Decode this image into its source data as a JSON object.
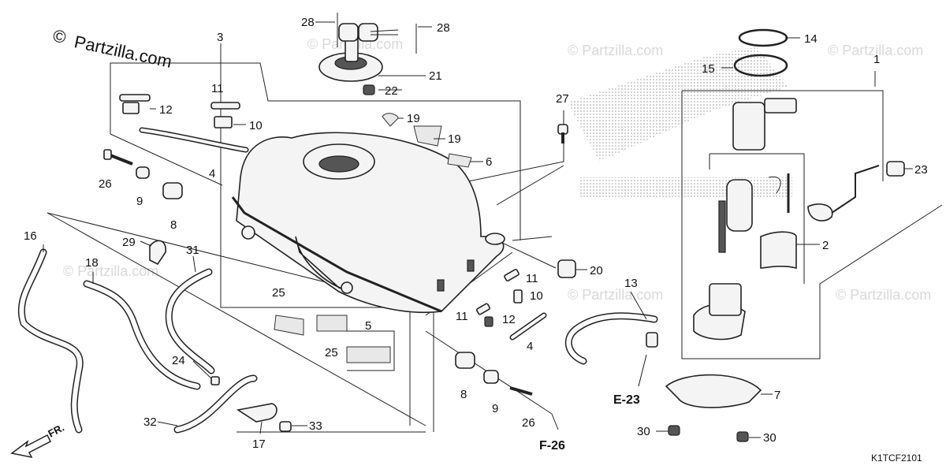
{
  "watermark": {
    "copyright_symbol": "©",
    "brand": "Partzilla.com",
    "repeat_text": "© Partzilla.com"
  },
  "diagram_code": "K1TCF2101",
  "direction_label": "FR.",
  "reference_labels": [
    "E-23",
    "F-26"
  ],
  "callouts": {
    "c1": "1",
    "c2": "2",
    "c3": "3",
    "c4a": "4",
    "c4b": "4",
    "c5": "5",
    "c6": "6",
    "c7": "7",
    "c8a": "8",
    "c8b": "8",
    "c9a": "9",
    "c9b": "9",
    "c10a": "10",
    "c10b": "10",
    "c11a": "11",
    "c11b": "11",
    "c11c": "11",
    "c12a": "12",
    "c12b": "12",
    "c13": "13",
    "c14": "14",
    "c15": "15",
    "c16": "16",
    "c17": "17",
    "c18": "18",
    "c19a": "19",
    "c19b": "19",
    "c20": "20",
    "c21": "21",
    "c22": "22",
    "c23": "23",
    "c24": "24",
    "c25a": "25",
    "c25b": "25",
    "c26a": "26",
    "c26b": "26",
    "c27": "27",
    "c28a": "28",
    "c28b": "28",
    "c29": "29",
    "c30a": "30",
    "c30b": "30",
    "c31": "31",
    "c32": "32",
    "c33": "33"
  },
  "colors": {
    "line": "#222222",
    "background": "#ffffff",
    "watermark": "#d9d9d9"
  },
  "icons": [
    "fuel-tank",
    "fuel-cap",
    "fuel-pump",
    "hose",
    "bolt",
    "arrow-fr"
  ]
}
